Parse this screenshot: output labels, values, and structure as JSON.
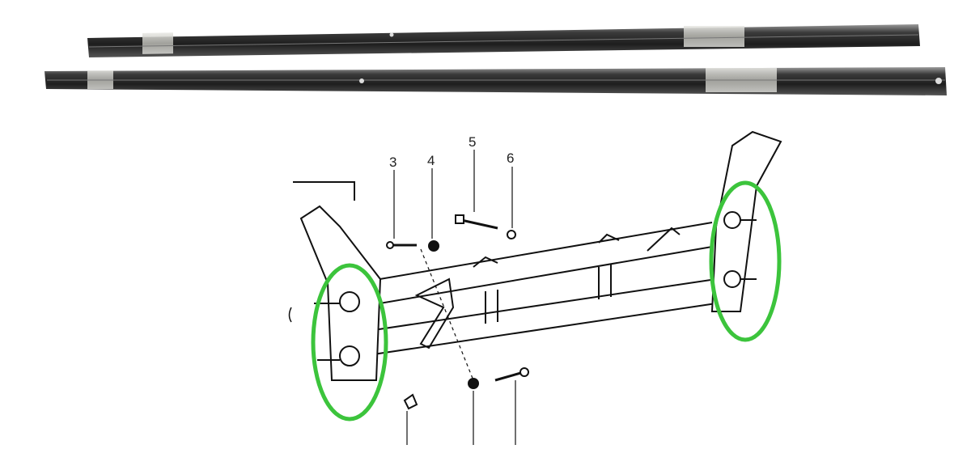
{
  "product": {
    "part_labels": [
      {
        "id": "part-3",
        "text": "3"
      },
      {
        "id": "part-4",
        "text": "4"
      },
      {
        "id": "part-5",
        "text": "5"
      },
      {
        "id": "part-6",
        "text": "6"
      }
    ],
    "highlight_color": "#3cc43c",
    "rod_color": "#2a2a2a"
  }
}
